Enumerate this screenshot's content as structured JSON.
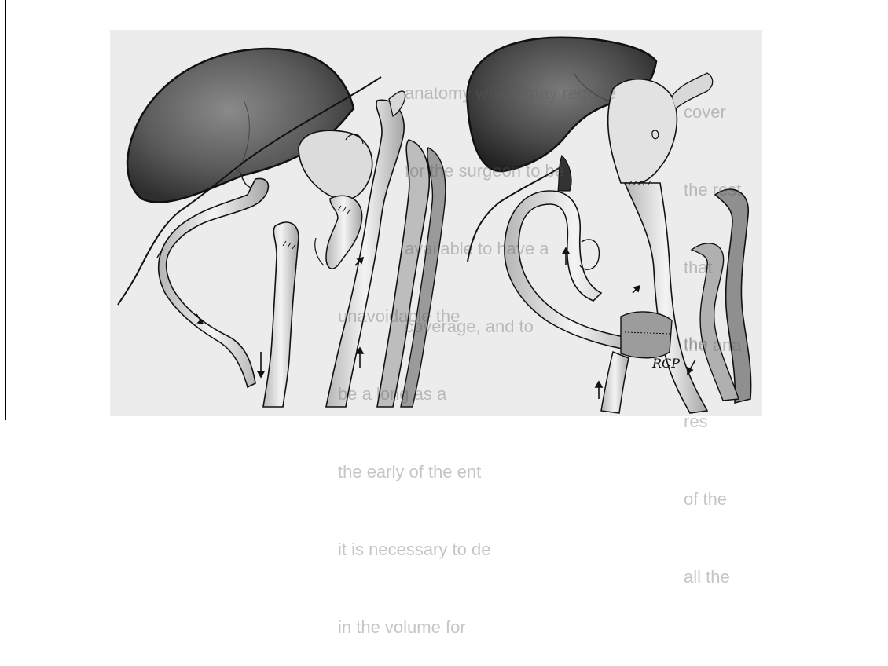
{
  "figure": {
    "annotation_text": "RCP",
    "show_through_text": {
      "block_a": [
        "anatomy which may require",
        "for the surgeon to be",
        "available to have a",
        "coverage, and to"
      ],
      "block_b": [
        "unavoidable the",
        "be a long as a",
        "the early of the ent",
        "it is necessary to de",
        "in the volume for"
      ],
      "block_c": [
        "cover",
        "the rest",
        "that",
        "the ana"
      ],
      "block_d": [
        "the",
        "res",
        "of the",
        "all the"
      ]
    }
  }
}
